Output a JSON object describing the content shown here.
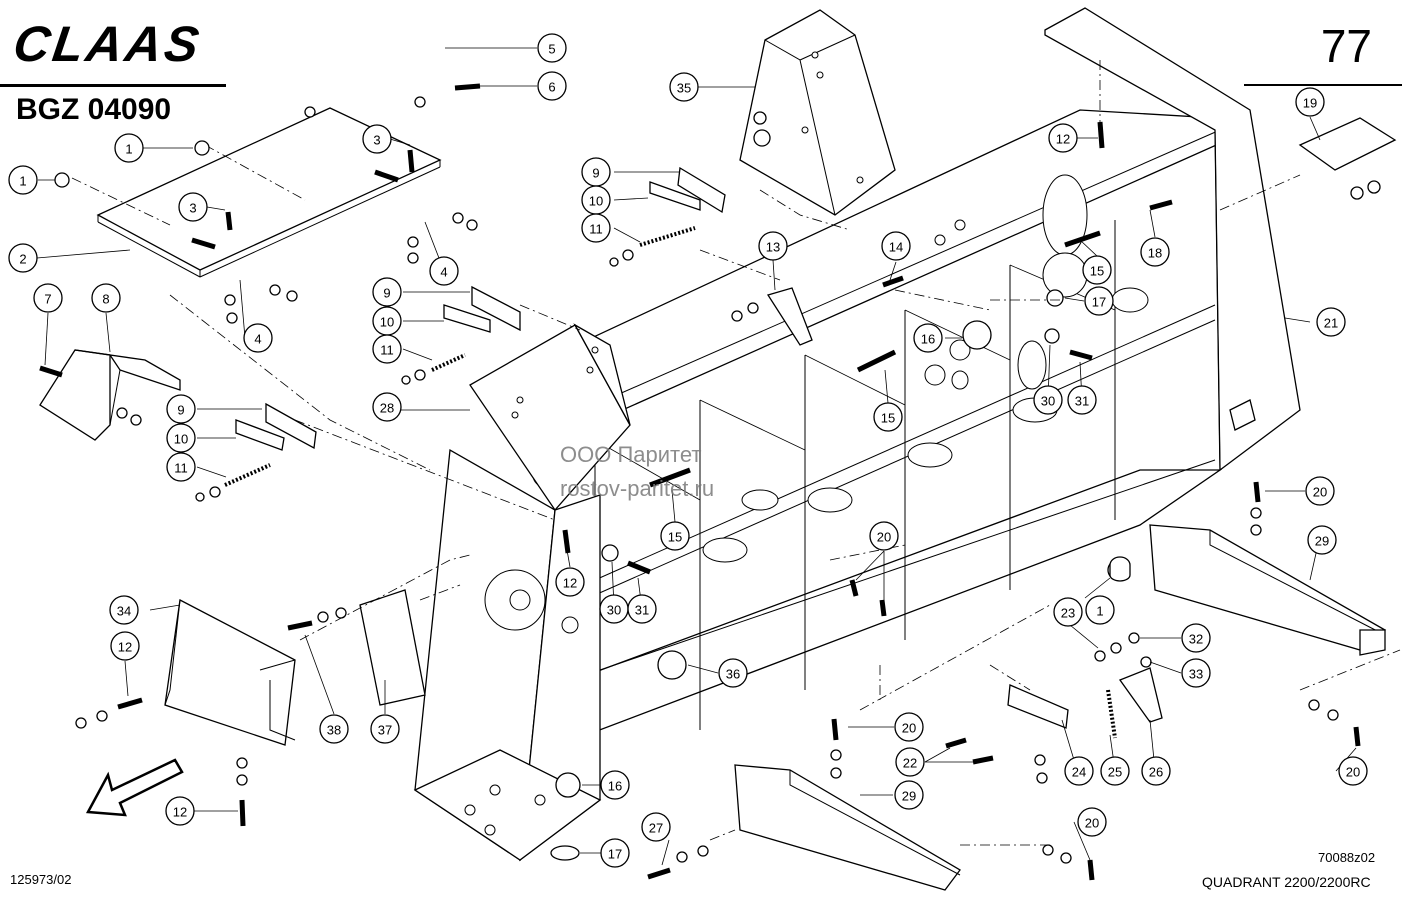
{
  "header": {
    "brand": "CLAAS",
    "drawing_code": "BGZ 04090",
    "page_number": "77"
  },
  "footer": {
    "document_number": "125973/02",
    "figure_code": "70088z02",
    "model": "QUADRANT 2200/2200RC"
  },
  "watermark": {
    "line1": "ООО Паритет",
    "line2": "rostov-paritet.ru"
  },
  "callouts": [
    {
      "label": "1"
    },
    {
      "label": "1"
    },
    {
      "label": "1"
    },
    {
      "label": "2"
    },
    {
      "label": "3"
    },
    {
      "label": "3"
    },
    {
      "label": "4"
    },
    {
      "label": "4"
    },
    {
      "label": "5"
    },
    {
      "label": "6"
    },
    {
      "label": "7"
    },
    {
      "label": "8"
    },
    {
      "label": "9"
    },
    {
      "label": "9"
    },
    {
      "label": "9"
    },
    {
      "label": "10"
    },
    {
      "label": "10"
    },
    {
      "label": "10"
    },
    {
      "label": "11"
    },
    {
      "label": "11"
    },
    {
      "label": "11"
    },
    {
      "label": "12"
    },
    {
      "label": "12"
    },
    {
      "label": "12"
    },
    {
      "label": "12"
    },
    {
      "label": "13"
    },
    {
      "label": "14"
    },
    {
      "label": "15"
    },
    {
      "label": "15"
    },
    {
      "label": "15"
    },
    {
      "label": "16"
    },
    {
      "label": "16"
    },
    {
      "label": "17"
    },
    {
      "label": "17"
    },
    {
      "label": "18"
    },
    {
      "label": "19"
    },
    {
      "label": "20"
    },
    {
      "label": "20"
    },
    {
      "label": "20"
    },
    {
      "label": "20"
    },
    {
      "label": "20"
    },
    {
      "label": "21"
    },
    {
      "label": "22"
    },
    {
      "label": "23"
    },
    {
      "label": "24"
    },
    {
      "label": "25"
    },
    {
      "label": "26"
    },
    {
      "label": "27"
    },
    {
      "label": "28"
    },
    {
      "label": "29"
    },
    {
      "label": "29"
    },
    {
      "label": "30"
    },
    {
      "label": "30"
    },
    {
      "label": "31"
    },
    {
      "label": "31"
    },
    {
      "label": "32"
    },
    {
      "label": "33"
    },
    {
      "label": "34"
    },
    {
      "label": "35"
    },
    {
      "label": "36"
    },
    {
      "label": "37"
    },
    {
      "label": "38"
    }
  ]
}
